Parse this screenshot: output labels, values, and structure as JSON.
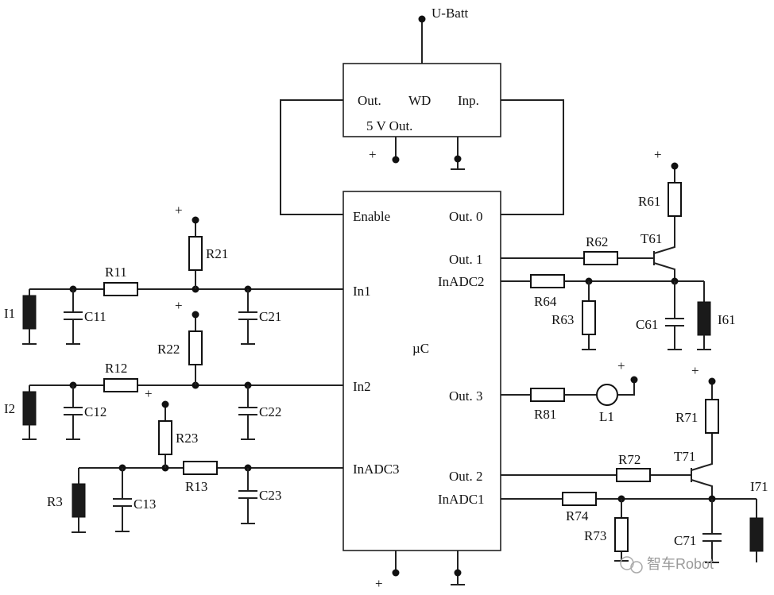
{
  "supply": {
    "label": "U-Batt",
    "plus": "+"
  },
  "watchdog": {
    "out": "Out.",
    "wd": "WD",
    "inp": "Inp.",
    "v5out": "5 V Out."
  },
  "uc": {
    "name": "µC",
    "enable": "Enable",
    "in1": "In1",
    "in2": "In2",
    "inadc3": "InADC3",
    "out0": "Out. 0",
    "out1": "Out. 1",
    "inadc2": "InADC2",
    "out3": "Out. 3",
    "out2": "Out. 2",
    "inadc1": "InADC1"
  },
  "components": {
    "R11": "R11",
    "R12": "R12",
    "R13": "R13",
    "R21": "R21",
    "R22": "R22",
    "R23": "R23",
    "C11": "C11",
    "C12": "C12",
    "C13": "C13",
    "C21": "C21",
    "C22": "C22",
    "C23": "C23",
    "I1": "I1",
    "I2": "I2",
    "R3": "R3",
    "R61": "R61",
    "R62": "R62",
    "R63": "R63",
    "R64": "R64",
    "T61": "T61",
    "C61": "C61",
    "I61": "I61",
    "R81": "R81",
    "L1": "L1",
    "R71": "R71",
    "R72": "R72",
    "R73": "R73",
    "R74": "R74",
    "T71": "T71",
    "C71": "C71",
    "I71": "I71"
  },
  "watermark": "智车Robot"
}
